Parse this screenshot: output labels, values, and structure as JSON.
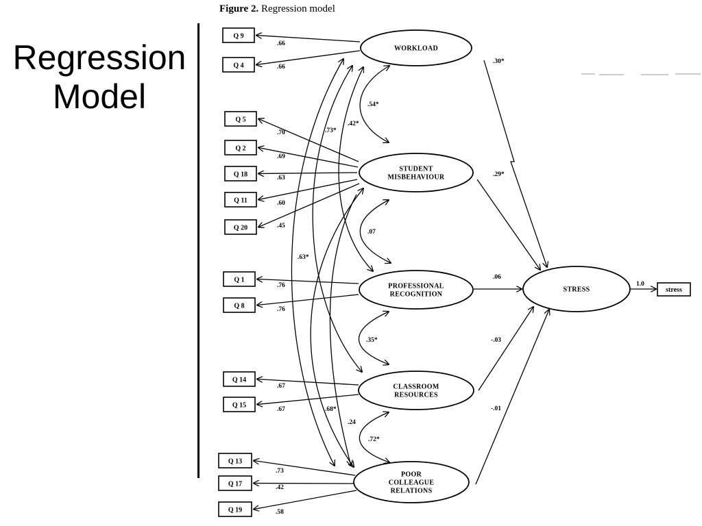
{
  "slide": {
    "title_line1": "Regression",
    "title_line2": "Model"
  },
  "figure": {
    "caption_bold": "Figure 2.",
    "caption_text": " Regression model"
  },
  "latents": {
    "workload": [
      "WORKLOAD"
    ],
    "misbehaviour": [
      "STUDENT",
      "MISBEHAVIOUR"
    ],
    "recognition": [
      "PROFESSIONAL",
      "RECOGNITION"
    ],
    "resources": [
      "CLASSROOM",
      "RESOURCES"
    ],
    "colleague": [
      "POOR",
      "COLLEAGUE",
      "RELATIONS"
    ],
    "stress": [
      "STRESS"
    ]
  },
  "indicators": {
    "workload": [
      {
        "label": "Q 9",
        "loading": ".66"
      },
      {
        "label": "Q 4",
        "loading": ".66"
      }
    ],
    "misbehaviour": [
      {
        "label": "Q 5",
        "loading": ".70"
      },
      {
        "label": "Q 2",
        "loading": ".69"
      },
      {
        "label": "Q 18",
        "loading": ".63"
      },
      {
        "label": "Q 11",
        "loading": ".60"
      },
      {
        "label": "Q 20",
        "loading": ".45"
      }
    ],
    "recognition": [
      {
        "label": "Q 1",
        "loading": ".76"
      },
      {
        "label": "Q 8",
        "loading": ".76"
      }
    ],
    "resources": [
      {
        "label": "Q 14",
        "loading": ".67"
      },
      {
        "label": "Q 15",
        "loading": ".67"
      }
    ],
    "colleague": [
      {
        "label": "Q 13",
        "loading": ".73"
      },
      {
        "label": "Q 17",
        "loading": ".42"
      },
      {
        "label": "Q 19",
        "loading": ".58"
      }
    ]
  },
  "paths_to_stress": {
    "workload": ".30*",
    "misbehaviour": ".29*",
    "recognition": ".06",
    "resources": "-.03",
    "colleague": "-.01"
  },
  "stress_output": {
    "coef": "1.0",
    "label": "stress"
  },
  "covariances": {
    "workload_misbehaviour": ".54*",
    "misbehaviour_recognition": ".07",
    "recognition_resources": ".35*",
    "resources_colleague": ".72*",
    "workload_recognition": ".42*",
    "workload_resources": ".73*",
    "workload_colleague": ".63*",
    "misbehaviour_colleague": ".68*",
    "misbehaviour_resources": ".24"
  }
}
